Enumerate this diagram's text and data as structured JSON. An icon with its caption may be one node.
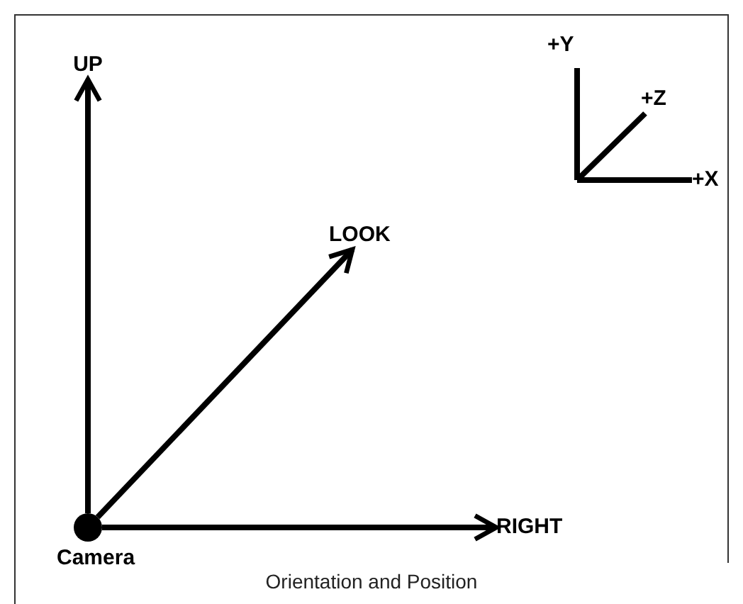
{
  "diagram": {
    "caption": "Orientation and Position",
    "nodes": [
      {
        "text": [],
        "shape": "circle",
        "beside": [
          "Camera"
        ]
      },
      {
        "text": [
          "UP"
        ]
      },
      {
        "text": [
          "LOOK"
        ]
      },
      {
        "text": [
          "RIGHT"
        ]
      }
    ],
    "edges": [
      {
        "from": 0,
        "to": 1,
        "arrow": "to"
      },
      {
        "from": 0,
        "to": 2,
        "arrow": "to"
      },
      {
        "from": 0,
        "to": 3,
        "arrow": "to"
      }
    ],
    "labels": [
      "+Y",
      "+Z",
      "+X"
    ]
  }
}
